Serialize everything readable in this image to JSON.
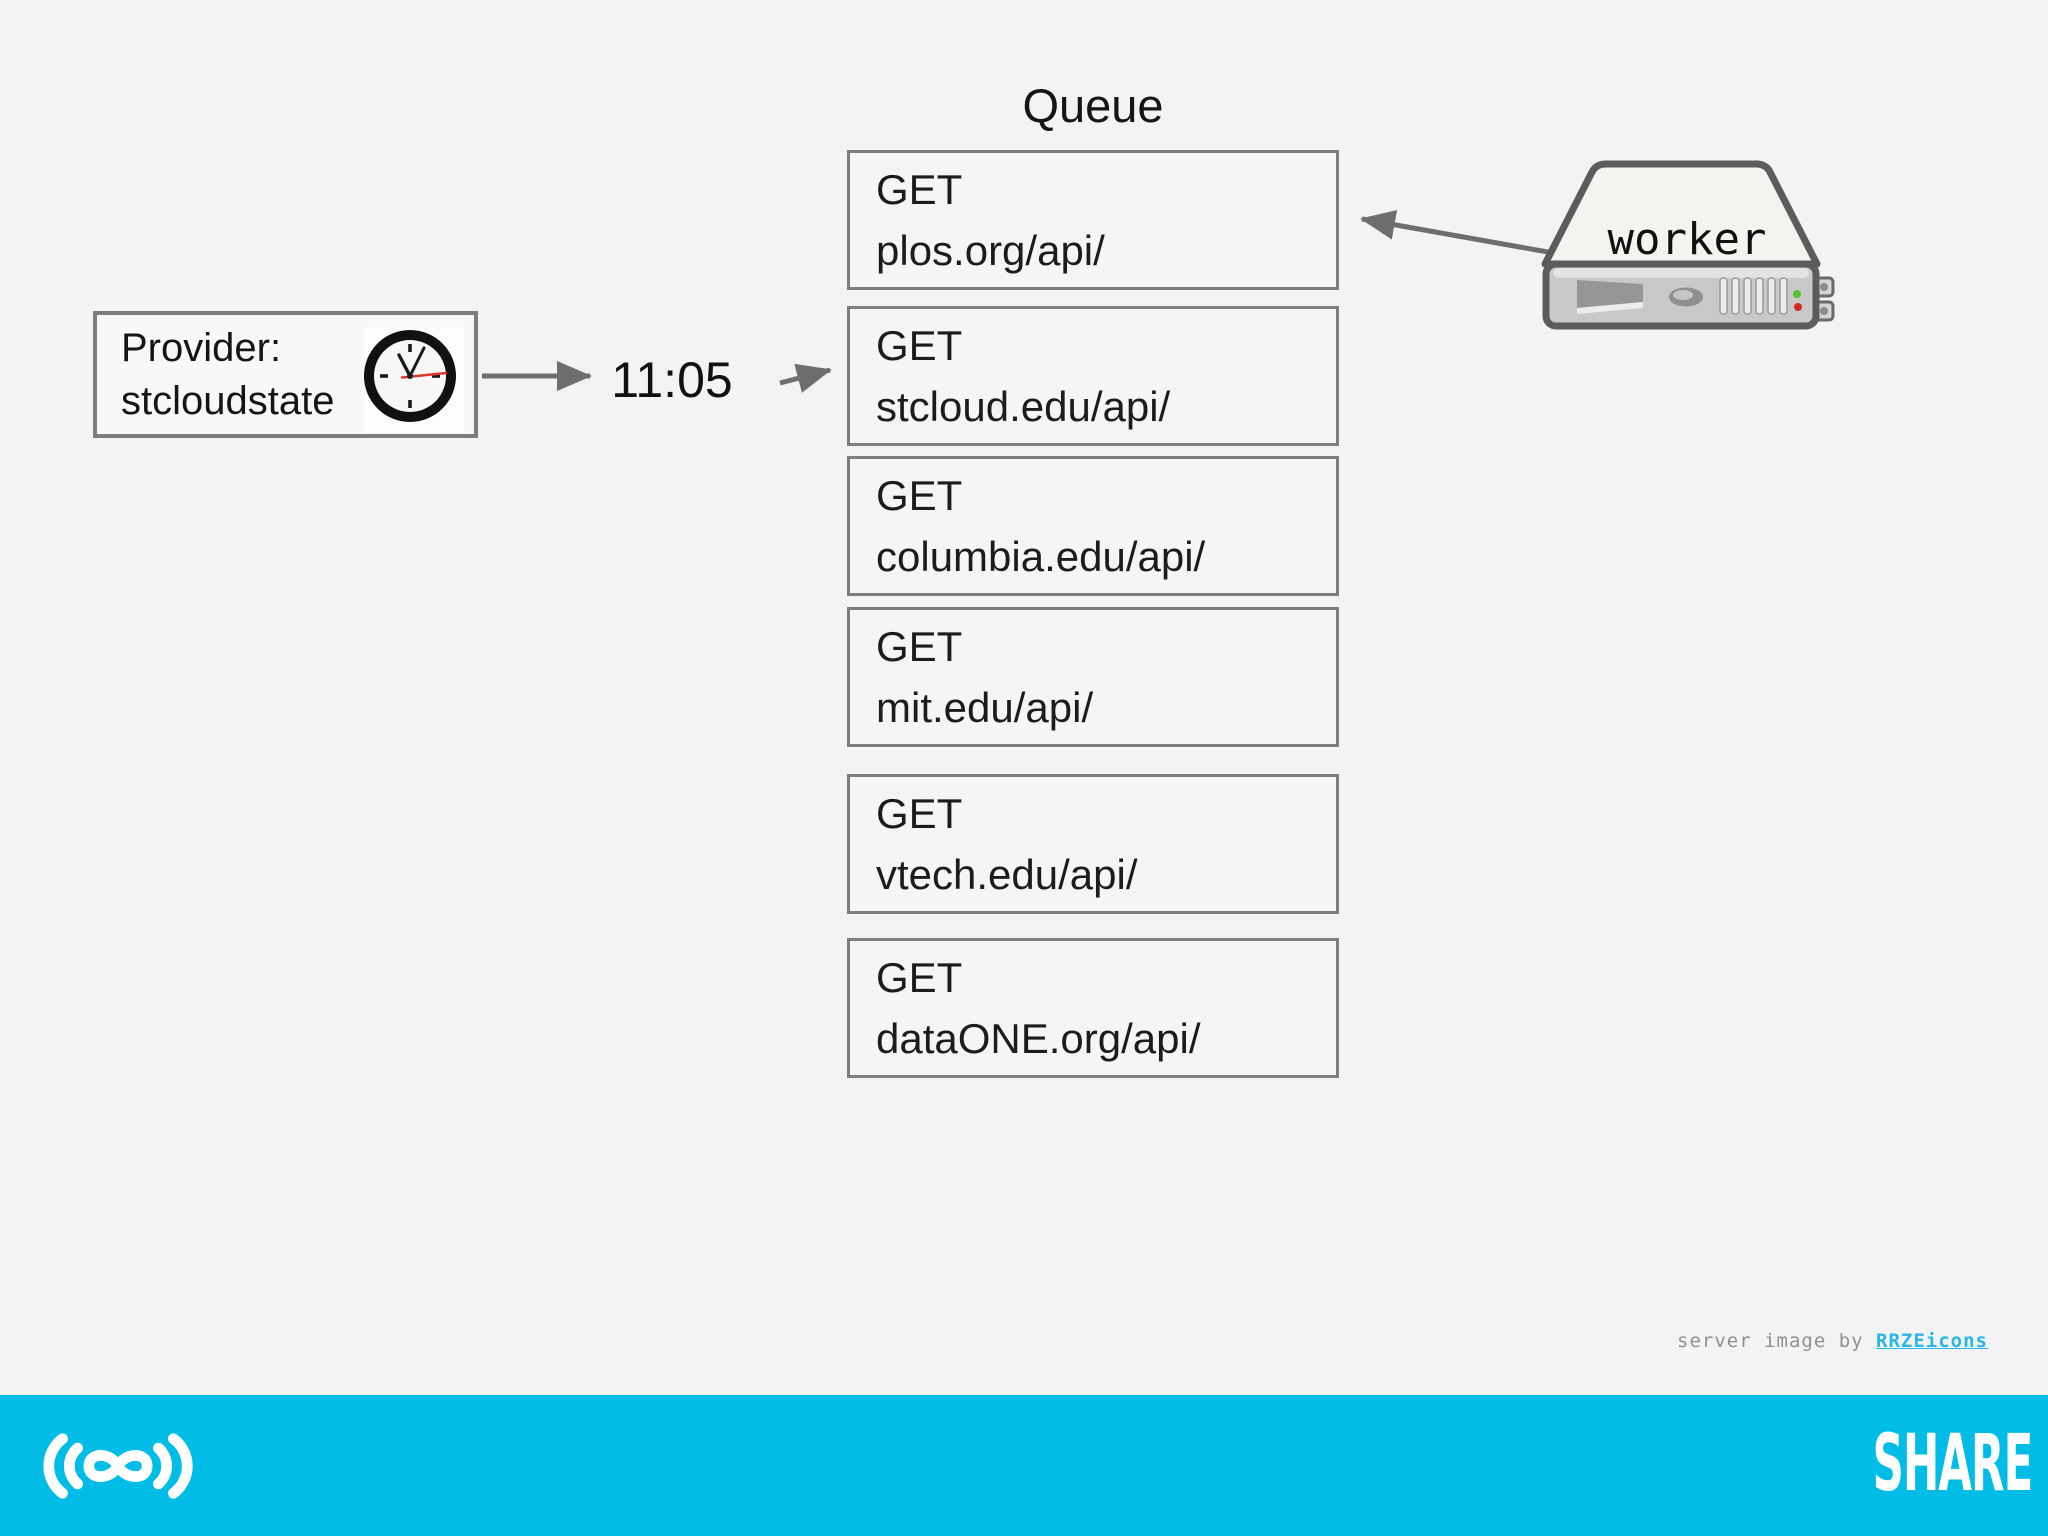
{
  "page": {
    "background_color": "#f4f3f3",
    "accent_cyan": "#00bde8",
    "link_cyan": "#29b7e6",
    "arrow_gray": "#6e6e6e",
    "border_gray": "#7d7d7d"
  },
  "diagram": {
    "queue": {
      "title": "Queue",
      "items": [
        {
          "method": "GET",
          "url": "plos.org/api/"
        },
        {
          "method": "GET",
          "url": "stcloud.edu/api/"
        },
        {
          "method": "GET",
          "url": "columbia.edu/api/"
        },
        {
          "method": "GET",
          "url": "mit.edu/api/"
        },
        {
          "method": "GET",
          "url": "vtech.edu/api/"
        },
        {
          "method": "GET",
          "url": "dataONE.org/api/"
        }
      ]
    },
    "provider": {
      "line1": "Provider:",
      "line2": "stcloudstate",
      "icon": "clock-icon",
      "clock_time_shown": "11:05"
    },
    "schedule_time": "11:05",
    "worker": {
      "label": "worker",
      "icon": "server-icon"
    }
  },
  "credit": {
    "prefix": "server image by ",
    "link": "RRZEicons"
  },
  "footer": {
    "brand": "SHARE",
    "logo": "share-infinity-logo"
  }
}
